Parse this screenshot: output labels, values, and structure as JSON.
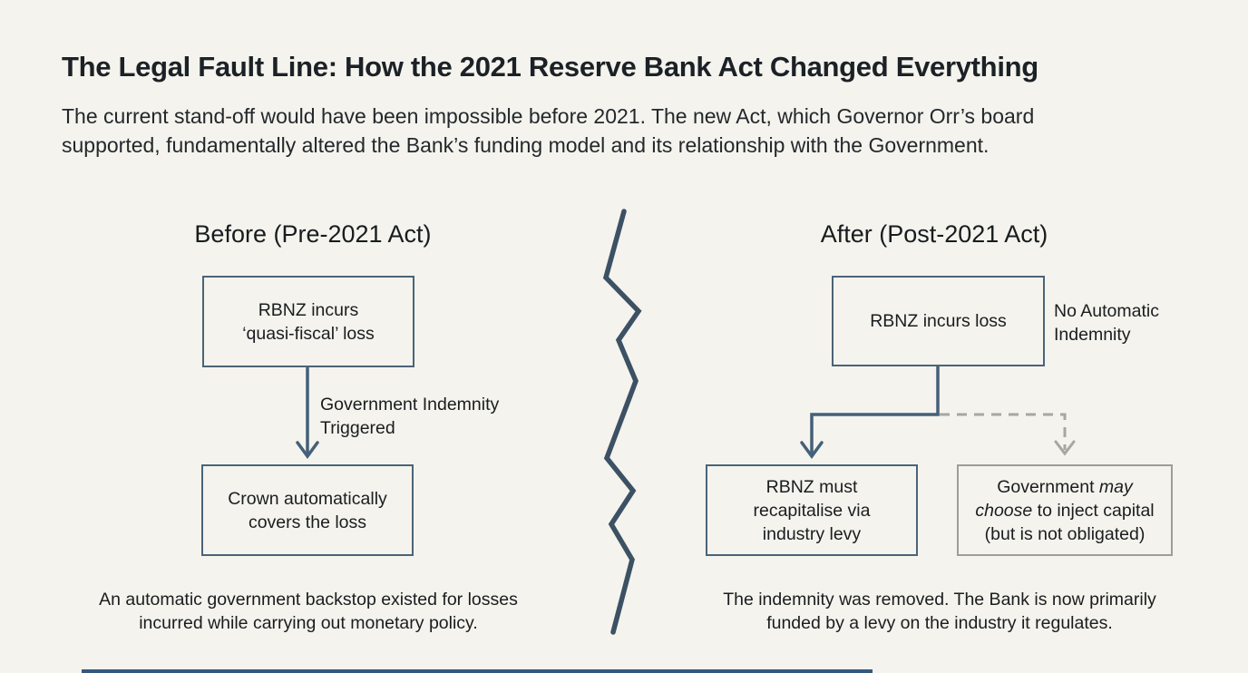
{
  "header": {
    "title": "The Legal Fault Line: How the 2021 Reserve Bank Act Changed Everything",
    "subtitle": "The current stand-off would have been impossible before 2021. The new Act, which Governor Orr’s board\nsupported, fundamentally altered the Bank’s funding model and its relationship with the Government."
  },
  "before": {
    "heading": "Before (Pre-2021 Act)",
    "loss_box": "RBNZ incurs\n‘quasi-fiscal’ loss",
    "arrow_label": "Government Indemnity\nTriggered",
    "crown_box": "Crown automatically\ncovers the loss",
    "caption": "An automatic government backstop existed for losses\nincurred while carrying out monetary policy."
  },
  "after": {
    "heading": "After (Post-2021 Act)",
    "loss_box": "RBNZ incurs loss",
    "no_indemnity_note": "No Automatic\nIndemnity",
    "levy_box": "RBNZ must\nrecapitalise via\nindustry levy",
    "gov_box": {
      "seg_plain1": "Government ",
      "seg_italic": "may\nchoose",
      "seg_plain2": " to inject capital",
      "seg_plain3": "\n(but is not obligated)"
    },
    "caption": "The indemnity was removed. The Bank is now primarily\nfunded by a levy on the industry it regulates."
  },
  "colors": {
    "background": "#f4f3ed",
    "ink": "#1b2126",
    "slate_border": "#4a6478",
    "slate_line": "#44607a",
    "zigzag": "#3c5163",
    "gray_border": "#9d9d99",
    "gray_dash": "#a6a6a2",
    "bottom_bar": "#35597c"
  }
}
